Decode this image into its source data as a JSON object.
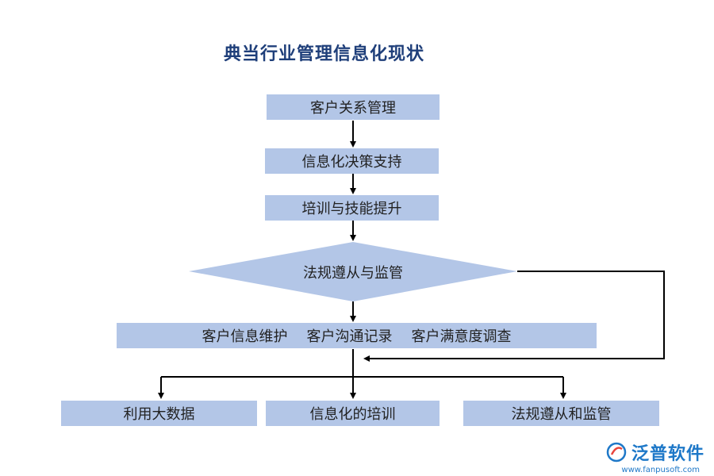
{
  "title": "典当行业管理信息化现状",
  "nodes": {
    "crm": "客户关系管理",
    "decision": "信息化决策支持",
    "training": "培训与技能提升",
    "compliance_decision": "法规遵从与监管",
    "row_items": [
      "客户信息维护",
      "客户沟通记录",
      "客户满意度调查"
    ],
    "bottom": [
      "利用大数据",
      "信息化的培训",
      "法规遵从和监管"
    ]
  },
  "logo": {
    "name": "泛普软件",
    "url": "www.fanpusoft.com"
  },
  "colors": {
    "box_fill": "#b3c6e7",
    "diamond_fill": "#b3c6e7",
    "title": "#1f3f7a",
    "arrow": "#000000",
    "logo": "#1e78c8"
  }
}
